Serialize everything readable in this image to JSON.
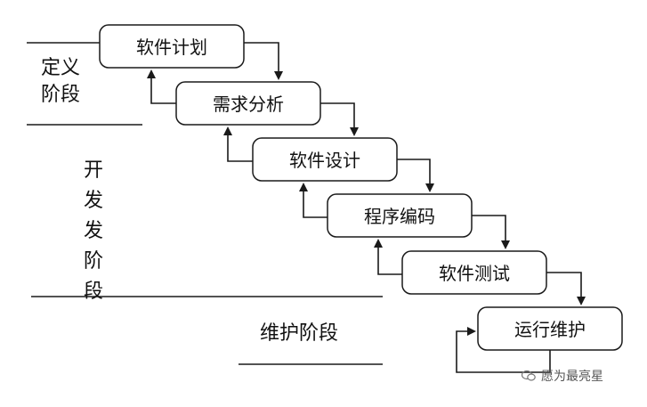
{
  "phases": {
    "definition": "定义\n阶段",
    "development": "开发\n发\n阶\n段",
    "maintenance": "维护阶段"
  },
  "steps": [
    {
      "id": "plan",
      "label": "软件计划"
    },
    {
      "id": "requirements",
      "label": "需求分析"
    },
    {
      "id": "design",
      "label": "软件设计"
    },
    {
      "id": "coding",
      "label": "程序编码"
    },
    {
      "id": "testing",
      "label": "软件测试"
    },
    {
      "id": "maintenance",
      "label": "运行维护"
    }
  ],
  "watermark": {
    "text": "愿为最亮星",
    "icon": "chat-bubble-icon"
  }
}
